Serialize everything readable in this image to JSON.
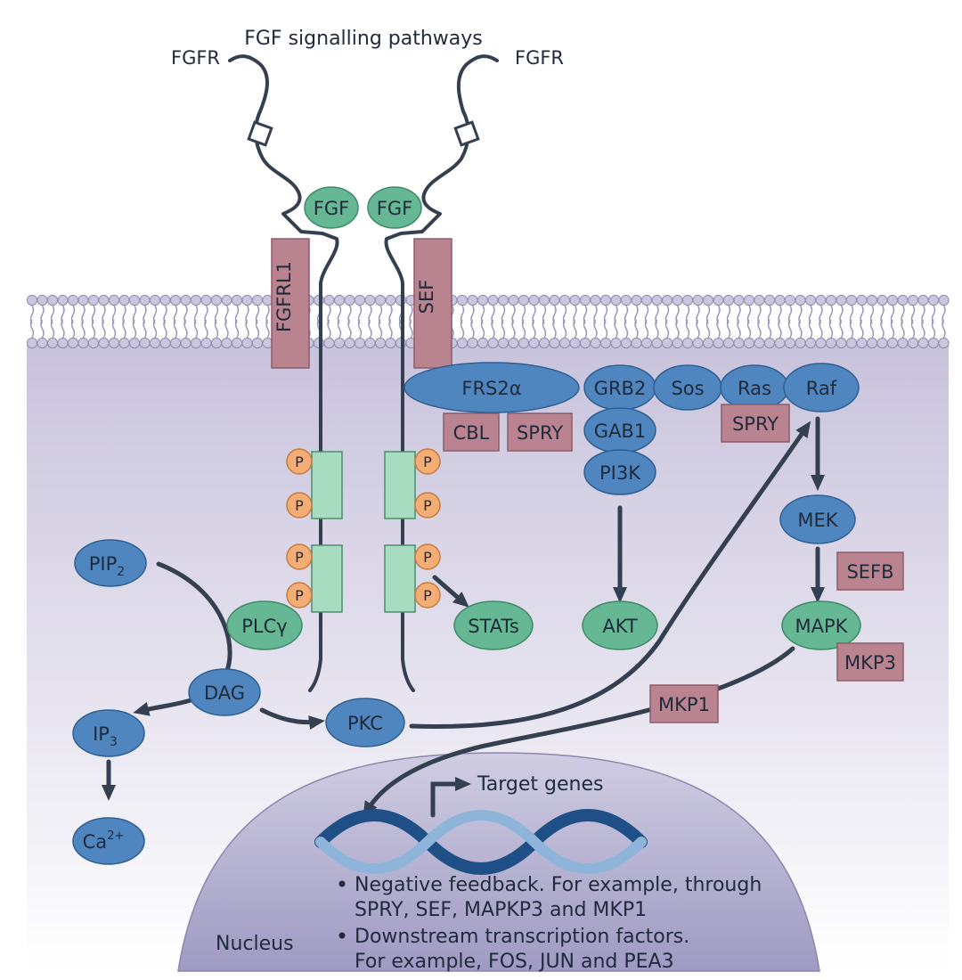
{
  "title": "FGF signalling pathways",
  "receptors": {
    "left": "FGFR",
    "right": "FGFR"
  },
  "ligands": [
    "FGF",
    "FGF"
  ],
  "membrane_proteins": {
    "fgfrl1": "FGFRL1",
    "sef": "SEF"
  },
  "phospho": "P",
  "cytoplasm": {
    "frs2a": "FRS2α",
    "cbl": "CBL",
    "spry_frs": "SPRY",
    "grb2": "GRB2",
    "sos": "Sos",
    "ras": "Ras",
    "raf": "Raf",
    "spry_ras": "SPRY",
    "gab1": "GAB1",
    "pi3k": "PI3K",
    "akt": "AKT",
    "mek": "MEK",
    "sefb": "SEFB",
    "mapk": "MAPK",
    "mkp3": "MKP3",
    "mkp1": "MKP1",
    "stats": "STATs",
    "plcg": "PLCγ",
    "pip2": {
      "base": "PIP",
      "sub": "2"
    },
    "dag": "DAG",
    "pkc": "PKC",
    "ip3": {
      "base": "IP",
      "sub": "3"
    },
    "ca": {
      "base": "Ca",
      "sup": "2+"
    }
  },
  "nucleus": {
    "label": "Nucleus",
    "target_genes": "Target genes",
    "bullets": [
      [
        "Negative feedback. For example, through",
        "SPRY, SEF, MAPKP3 and MKP1"
      ],
      [
        "Downstream transcription factors.",
        "For example, FOS, JUN and PEA3"
      ]
    ]
  },
  "colors": {
    "blue_node": "#4f86bf",
    "green_node": "#66b894",
    "mauve_box": "#b9848f",
    "phospho": "#f4ad75",
    "cytoplasm": "#cfcbe0",
    "nucleus": "#a9a4c8"
  }
}
